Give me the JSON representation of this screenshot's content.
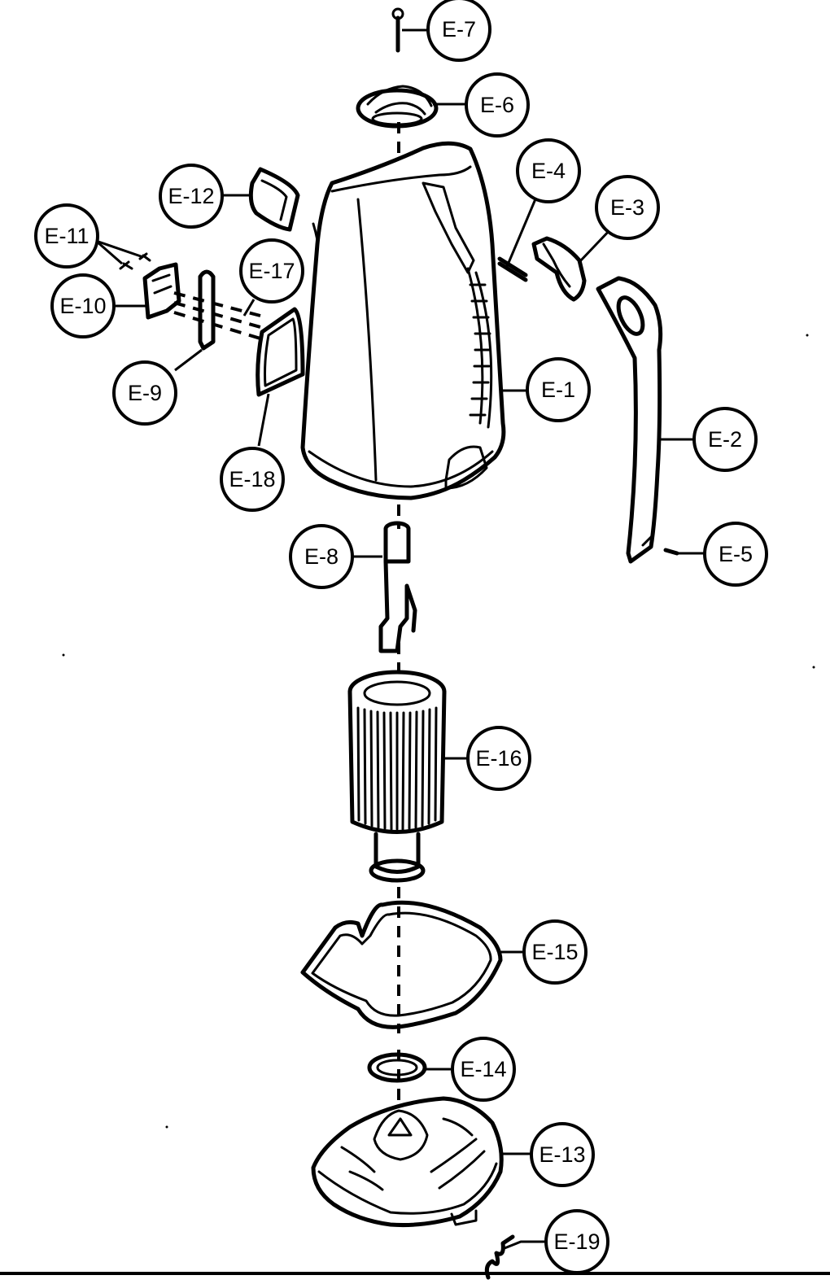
{
  "callouts": [
    {
      "id": "E-1",
      "text": "E-1"
    },
    {
      "id": "E-2",
      "text": "E-2"
    },
    {
      "id": "E-3",
      "text": "E-3"
    },
    {
      "id": "E-4",
      "text": "E-4"
    },
    {
      "id": "E-5",
      "text": "E-5"
    },
    {
      "id": "E-6",
      "text": "E-6"
    },
    {
      "id": "E-7",
      "text": "E-7"
    },
    {
      "id": "E-8",
      "text": "E-8"
    },
    {
      "id": "E-9",
      "text": "E-9"
    },
    {
      "id": "E-10",
      "text": "E-10"
    },
    {
      "id": "E-11",
      "text": "E-11"
    },
    {
      "id": "E-12",
      "text": "E-12"
    },
    {
      "id": "E-13",
      "text": "E-13"
    },
    {
      "id": "E-14",
      "text": "E-14"
    },
    {
      "id": "E-15",
      "text": "E-15"
    },
    {
      "id": "E-16",
      "text": "E-16"
    },
    {
      "id": "E-17",
      "text": "E-17"
    },
    {
      "id": "E-18",
      "text": "E-18"
    },
    {
      "id": "E-19",
      "text": "E-19"
    }
  ],
  "colors": {
    "ink": "#000000",
    "paper": "#ffffff"
  }
}
